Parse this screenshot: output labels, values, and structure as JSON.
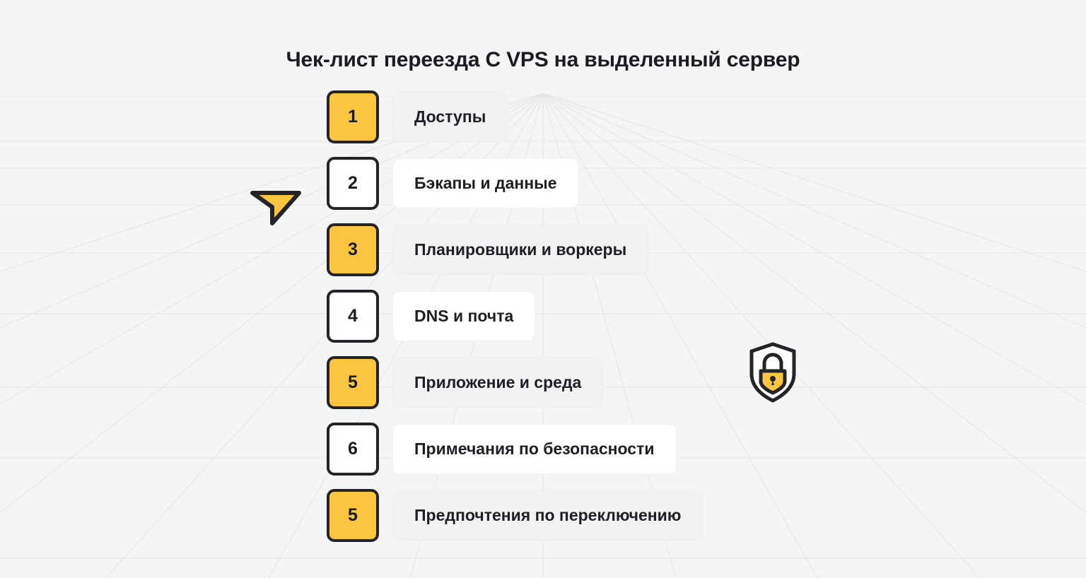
{
  "header": {
    "title": "Чек-лист переезда С VPS на выделенный сервер"
  },
  "colors": {
    "background": "#f5f5f5",
    "accent": "#fbc540",
    "outline": "#23232a",
    "text": "#1b1b21",
    "pill_soft": "#f2f2f3",
    "pill_solid": "#ffffff",
    "grid_line": "#e6e6e6"
  },
  "checklist": {
    "items": [
      {
        "number": "1",
        "label": "Доступы",
        "style": "accent"
      },
      {
        "number": "2",
        "label": "Бэкапы и данные",
        "style": "plain"
      },
      {
        "number": "3",
        "label": "Планировщики и воркеры",
        "style": "accent"
      },
      {
        "number": "4",
        "label": "DNS и почта",
        "style": "plain"
      },
      {
        "number": "5",
        "label": "Приложение и среда",
        "style": "accent"
      },
      {
        "number": "6",
        "label": "Примечания по безопасности",
        "style": "plain"
      },
      {
        "number": "5",
        "label": "Предпочтения по переключению",
        "style": "accent"
      }
    ]
  },
  "decorations": {
    "funnel_icon": "funnel-icon",
    "shield_lock_icon": "shield-lock-icon"
  }
}
